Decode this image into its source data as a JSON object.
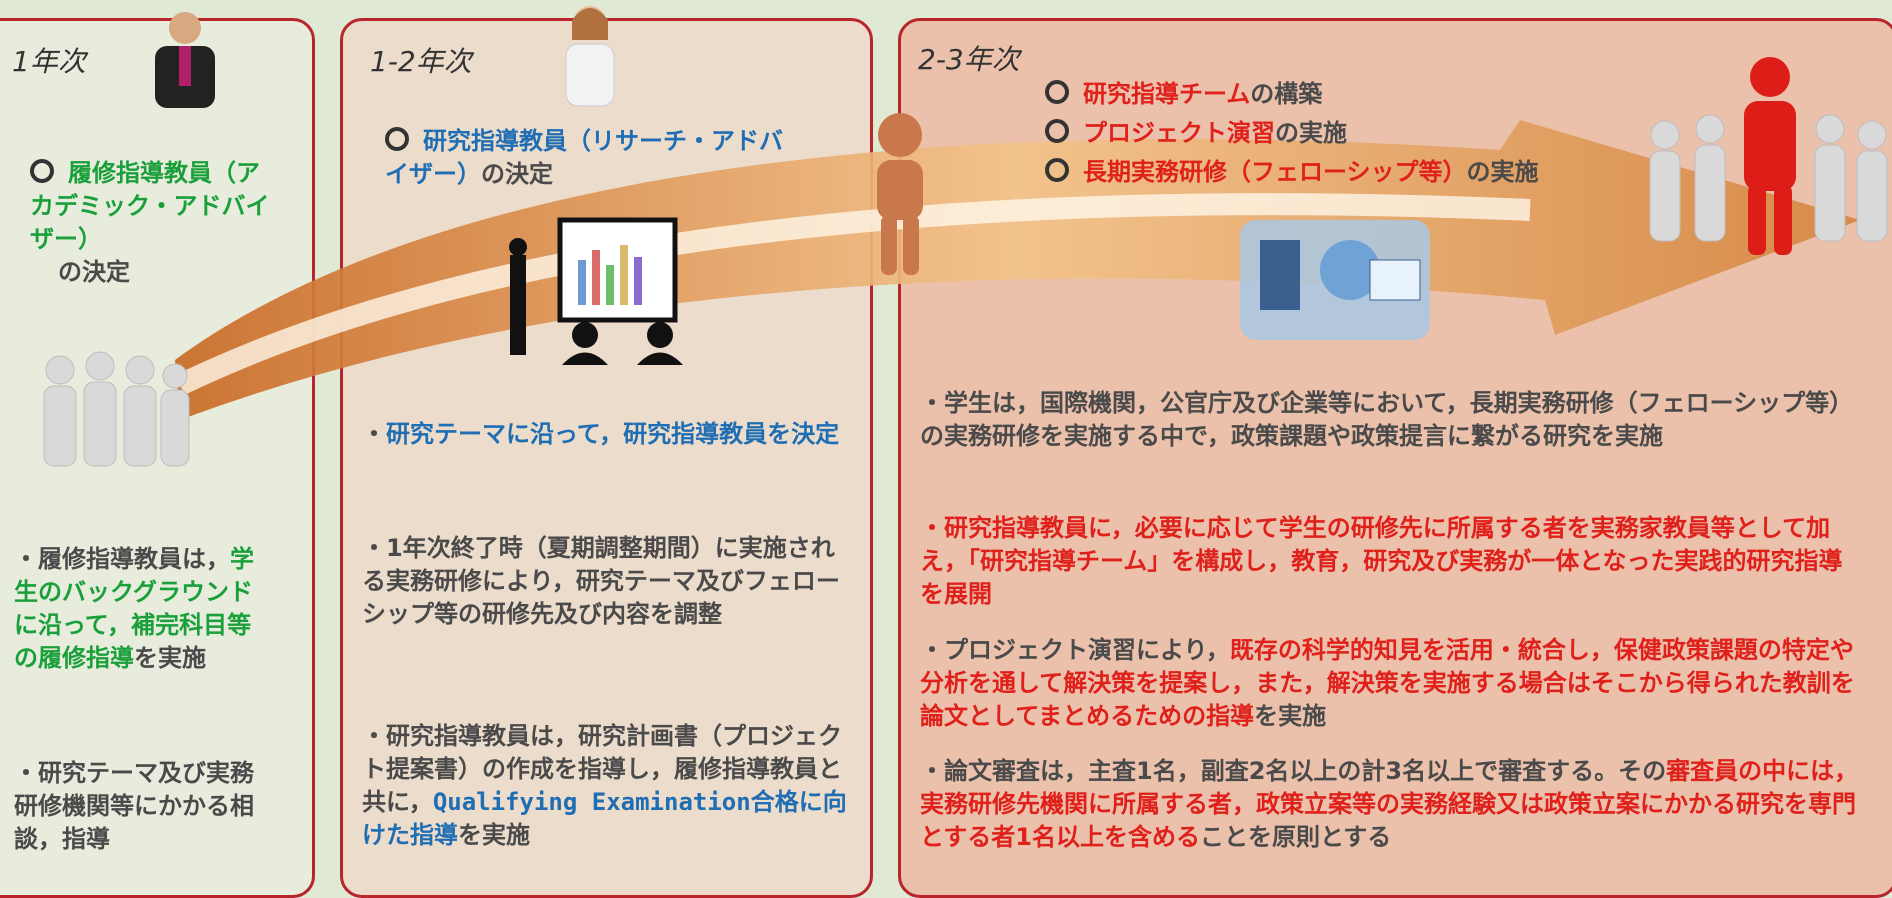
{
  "panel1": {
    "year": "1年次",
    "heading": {
      "circle": "○",
      "green": "履修指導教員（アカデミック・アドバイザー）",
      "rest": "の決定"
    },
    "bullet1": {
      "prefix": "・履修指導教員は，",
      "green": "学生のバックグラウンドに沿って，補完科目等の履修指導",
      "suffix": "を実施"
    },
    "bullet2": "・研究テーマ及び実務研修機関等にかかる相談，指導"
  },
  "panel2": {
    "year": "1-2年次",
    "heading": {
      "blue": "研究指導教員（リサーチ・アドバイザー）",
      "rest": "の決定"
    },
    "bullet1": {
      "prefix": "・",
      "blue": "研究テーマに沿って，研究指導教員を決定"
    },
    "bullet2": "・1年次終了時（夏期調整期間）に実施される実務研修により，研究テーマ及びフェローシップ等の研修先及び内容を調整",
    "bullet3": {
      "prefix": "・研究指導教員は，研究計画書（プロジェクト提案書）の作成を指導し，履修指導教員と共に，",
      "blue": "Qualifying Examination合格に向けた指導",
      "suffix": "を実施"
    }
  },
  "panel3": {
    "year": "2-3年次",
    "items": [
      {
        "red": "研究指導チーム",
        "rest": "の構築"
      },
      {
        "red": "プロジェクト演習",
        "rest": "の実施"
      },
      {
        "red": "長期実務研修（フェローシップ等）",
        "rest": "の実施"
      }
    ],
    "bullet1": "・学生は，国際機関，公官庁及び企業等において，長期実務研修（フェローシップ等）の実務研修を実施する中で，政策課題や政策提言に繋がる研究を実施",
    "bullet2": "・研究指導教員に，必要に応じて学生の研修先に所属する者を実務家教員等として加え，「研究指導チーム」を構成し，教育，研究及び実務が一体となった実践的研究指導を展開",
    "bullet3": {
      "prefix": "・プロジェクト演習により，",
      "red": "既存の科学的知見を活用・統合し，保健政策課題の特定や分析を通して解決策を提案し，また，解決策を実施する場合はそこから得られた教訓を論文としてまとめるための指導",
      "suffix": "を実施"
    },
    "bullet4": {
      "prefix": "・論文審査は，主査1名，副査2名以上の計3名以上で審査する。その",
      "red": "審査員の中には，実務研修先機関に所属する者，政策立案等の実務経験又は政策立案にかかる研究を専門とする者1名以上を含める",
      "suffix": "ことを原則とする"
    }
  },
  "colors": {
    "panel_border": "#b8262c",
    "green": "#1aa03a",
    "blue": "#1f6db3",
    "red": "#e0201b",
    "arrow": "#e6a05a"
  }
}
